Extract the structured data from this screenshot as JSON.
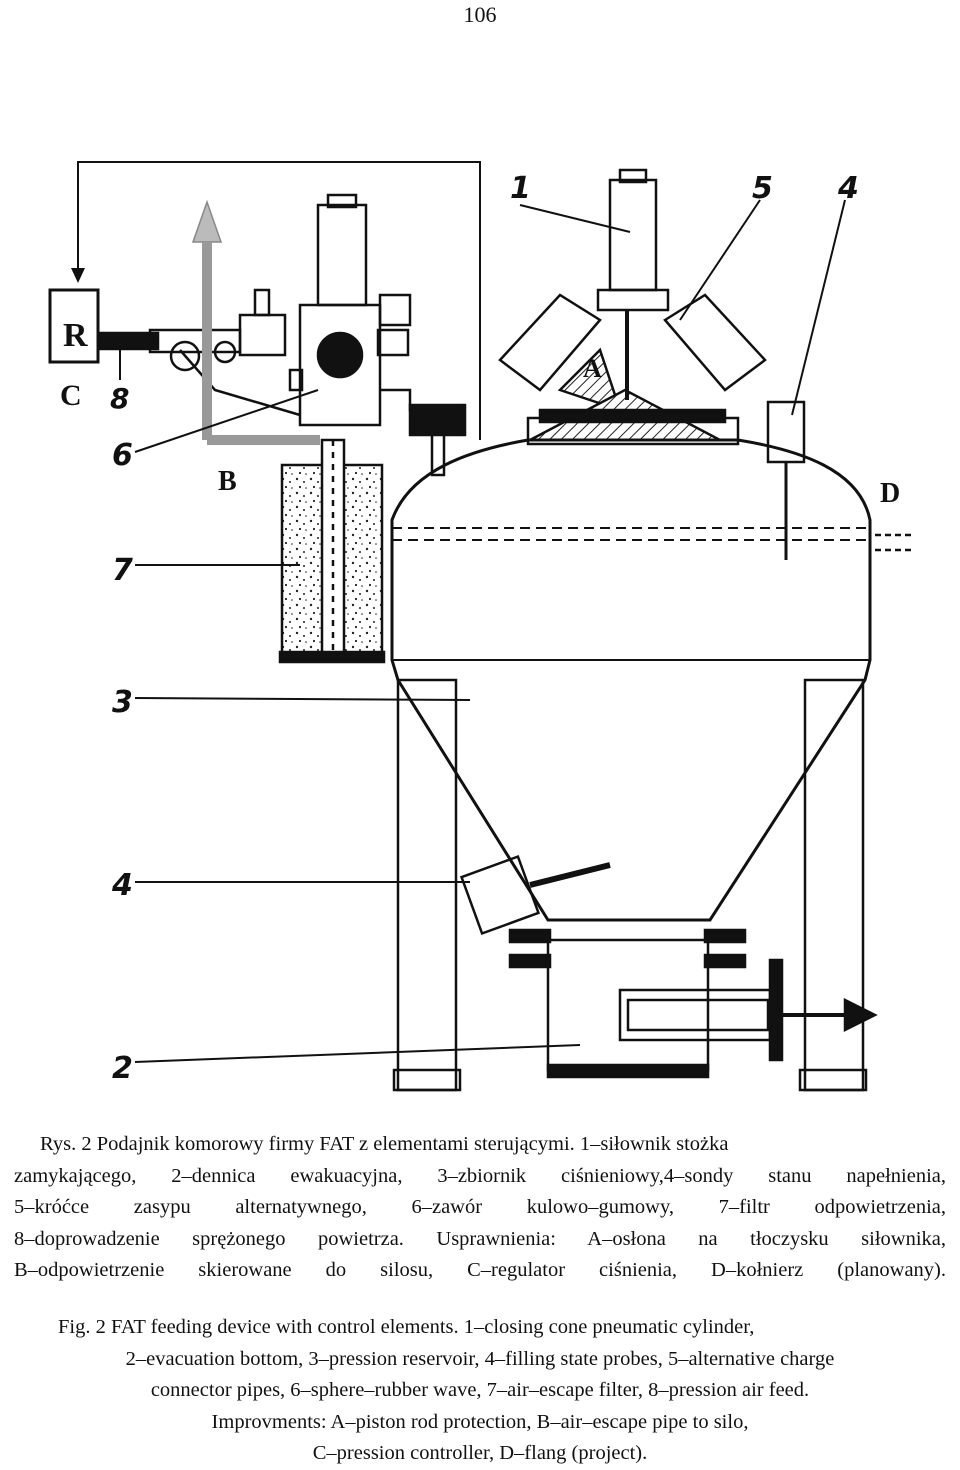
{
  "page": {
    "number": "106"
  },
  "figure": {
    "labels": {
      "regulator_box": "R",
      "C": "C",
      "B": "B",
      "A": "A",
      "D": "D",
      "n1": "1",
      "n2": "2",
      "n3": "3",
      "n4_left": "4",
      "n4_right": "4",
      "n5": "5",
      "n6": "6",
      "n7": "7",
      "n8": "8"
    }
  },
  "caption_pl": {
    "lines": [
      "Rys. 2 Podajnik komorowy firmy FAT z elementami sterującymi. 1–siłownik stożka",
      "zamykającego, 2–dennica ewakuacyjna, 3–zbiornik ciśnieniowy,4–sondy stanu napełnienia,",
      "5–króćce zasypu alternatywnego, 6–zawór kulowo–gumowy, 7–filtr odpowietrzenia,",
      "8–doprowadzenie sprężonego powietrza. Usprawnienia: A–osłona na tłoczysku siłownika,",
      "B–odpowietrzenie skierowane do silosu, C–regulator ciśnienia, D–kołnierz (planowany)."
    ]
  },
  "caption_en": {
    "lines": [
      "Fig. 2 FAT feeding device with control elements. 1–closing cone pneumatic cylinder,",
      "2–evacuation bottom, 3–pression reservoir, 4–filling state probes, 5–alternative charge",
      "connector pipes, 6–sphere–rubber wave, 7–air–escape filter, 8–pression air feed.",
      "Improvments: A–piston rod protection, B–air–escape pipe to silo,",
      "C–pression controller, D–flang (project)."
    ]
  }
}
